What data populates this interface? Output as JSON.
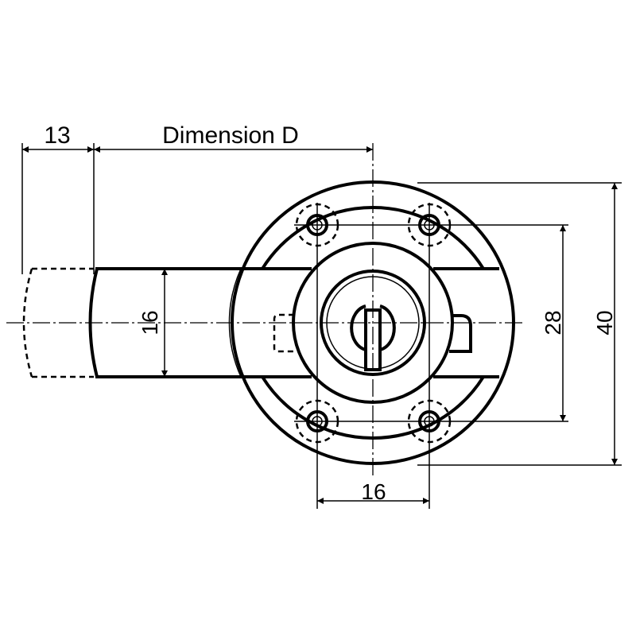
{
  "drawing": {
    "dimensions": {
      "bolt_travel": "13",
      "dimension_d": "Dimension D",
      "bolt_height": "16",
      "hole_spacing_horizontal": "16",
      "hole_spacing_vertical": "28",
      "rosette_diameter": "40"
    },
    "line_color": "#000000",
    "background_color": "#ffffff"
  }
}
